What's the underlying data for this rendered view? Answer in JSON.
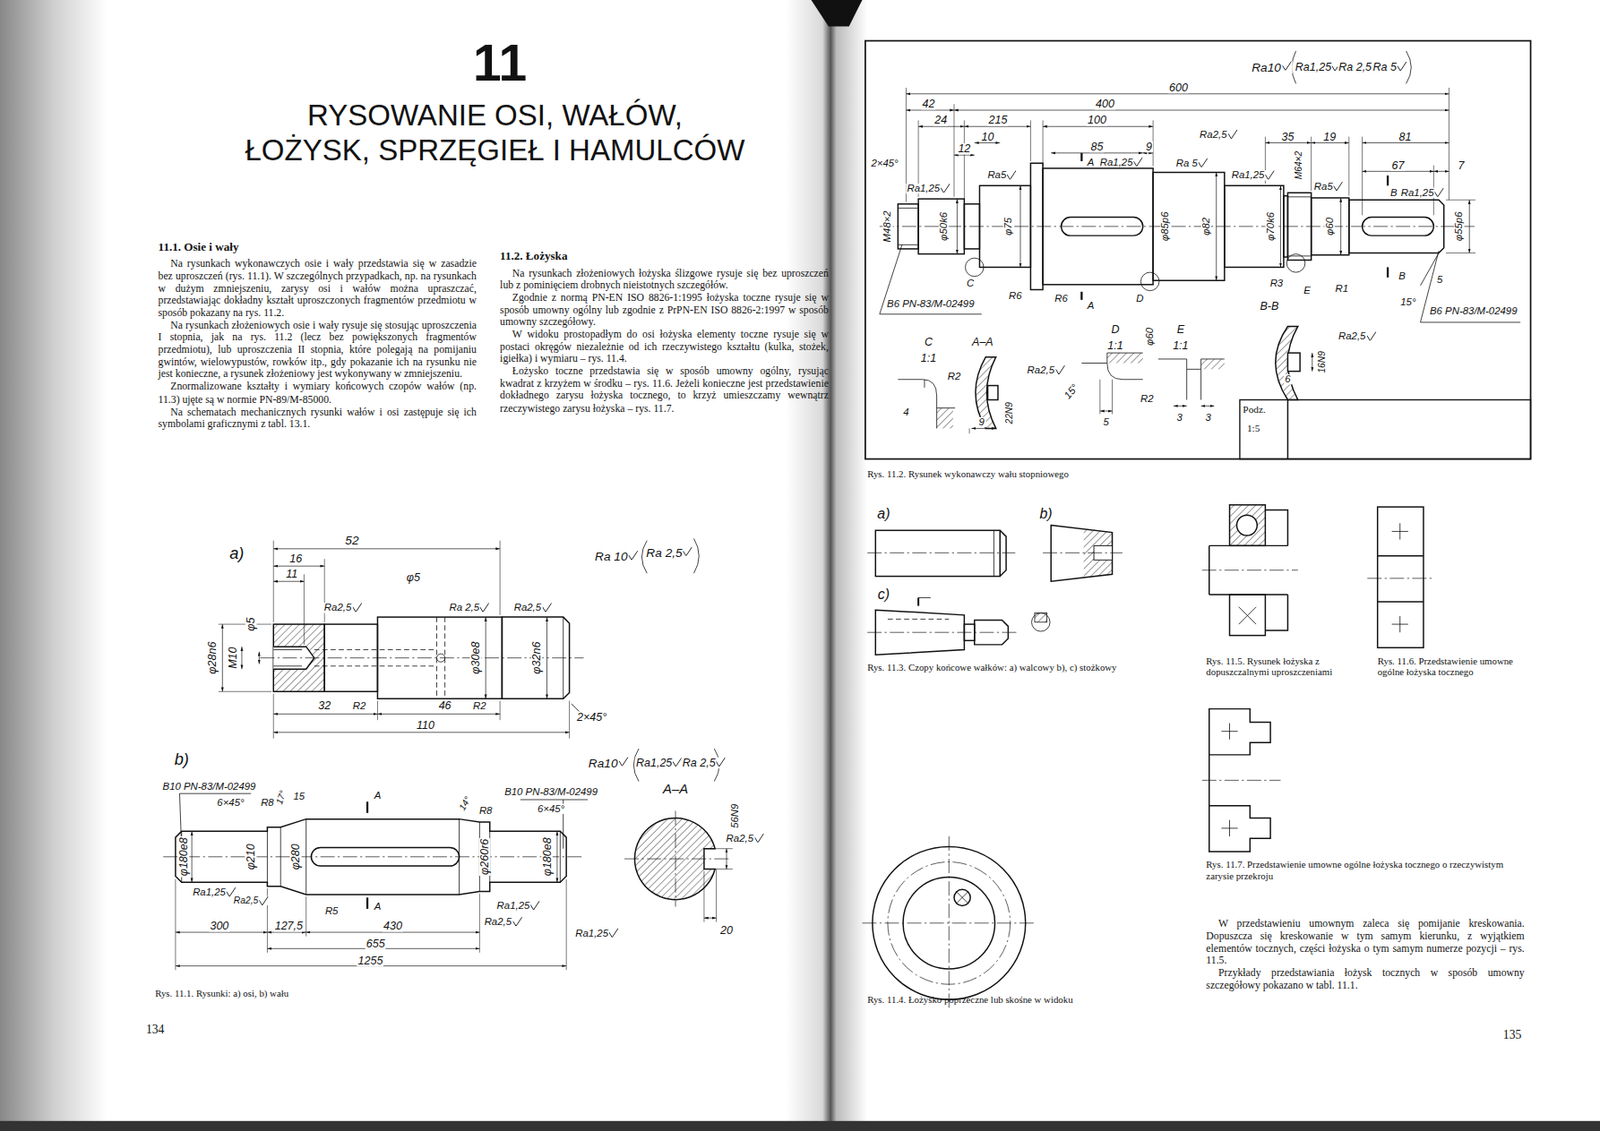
{
  "diagram": {
    "title": "RYSOWANIE OSI, WAŁÓW, ŁOŻYSK, SPRZĘGIEŁ I HAMULCÓW",
    "labels": [
      "11.1. Osie i wały",
      "Na rysunkach wykonawczych osie i wały przedstawia się w zasadzie bez uproszczeń (rys. 11.1). W szczególnych przypadkach, np. na rysunkach w dużym zmniejszeniu, zarysy osi i wałów można upraszczać, przedstawiając dokładny kształt uproszczonych fragmentów przedmiotu w sposób pokazany na rys. 11.2.",
      "Na rysunkach złożeniowych osie i wały rysuje się stosując uproszczenia I stopnia, jak na rys. 11.2 (lecz bez powiększonych fragmentów przedmiotu), lub uproszczenia II stopnia, które polegają na pomijaniu gwintów, wielowypustów, rowków itp., gdy pokazanie ich na rysunku nie jest konieczne, a rysunek złożeniowy jest wykonywany w zmniejszeniu.",
      "Znormalizowane kształty i wymiary końcowych czopów wałów (np. 11.3) ujęte są w normie PN-89/M-85000.",
      "Na schematach mechanicznych rysunki wałów i osi zastępuje się ich symbolami graficznymi z tabl. 13.1.",
      "11.2. Łożyska",
      "Na rysunkach złożeniowych łożyska ślizgowe rysuje się bez uproszczeń lub z pominięciem drobnych nieistotnych szczegółów.",
      "Zgodnie z normą PN-EN ISO 8826-1:1995 łożyska toczne rysuje się w sposób umowny ogólny lub zgodnie z PrPN-EN ISO 8826-2:1997 w sposób umowny szczegółowy.",
      "W widoku prostopadłym do osi łożyska elementy toczne rysuje się w postaci okręgów niezależnie od ich rzeczywistego kształtu (kulka, stożek, igiełka) i wymiaru – rys. 11.4.",
      "Łożysko toczne przedstawia się w sposób umowny ogólny, rysując kwadrat z krzyżem w środku – rys. 11.6. Jeżeli konieczne jest przedstawienie dokładnego zarysu łożyska tocznego, to krzyż umieszczamy wewnątrz rzeczywistego zarysu łożyska – rys. 11.7.",
      "W przedstawieniu umownym zaleca się pomijanie kreskowania. Dopuszcza się kreskowanie w tym samym kierunku, z wyjątkiem elementów tocznych, części łożyska o tym samym numerze pozycji – rys. 11.5.",
      "Przykłady przedstawiania łożysk tocznych w sposób umowny szczegółowy pokazano w tabl. 11.1.",
      "11",
      "Rys. 11.1. Rysunki: a) osi, b) wału",
      "Rys. 11.2. Rysunek wykonawczy wału stopniowego",
      "Rys. 11.3. Czopy końcowe wałków: a) walcowy b), c) stożkowy",
      "Rys. 11.4. Łożysko poprzeczne lub skośne w widoku",
      "Rys. 11.5. Rysunek łożyska z dopuszczalnymi uproszczeniami",
      "Rys. 11.6. Przedstawienie umowne ogólne łożyska tocznego",
      "Rys. 11.7. Przedstawienie umowne ogólne łożyska tocznego o rzeczywistym zarysie przekroju",
      "134",
      "135",
      "a)",
      "52",
      "16",
      "11",
      "Ra2,5",
      "φ5",
      "Ra 2,5",
      "Ra2,5",
      "Ra 10",
      "Ra 2,5",
      "φ28n6",
      "M10",
      "φ5",
      "φ30e8",
      "φ32n6",
      "32",
      "R2",
      "46",
      "R2",
      "2×45°",
      "110",
      "b)",
      "Ra10",
      "Ra1,25",
      "Ra 2,5",
      "B10 PN-83/M-02499",
      "6×45°",
      "R8",
      "17°",
      "15",
      "A",
      "14°",
      "R8",
      "B10 PN-83/M-02499",
      "6×45°",
      "φ180e8",
      "φ210",
      "φ280",
      "φ260r6",
      "φ180e8",
      "Ra1,25",
      "Ra2,5",
      "R5",
      "A",
      "Ra1,25",
      "Ra2,5",
      "300",
      "127,5",
      "430",
      "655",
      "1255",
      "A–A",
      "56N9",
      "Ra2,5",
      "Ra1,25",
      "20",
      "Ra10",
      "Ra1,25",
      "Ra 2,5",
      "Ra 5",
      "600",
      "42",
      "400",
      "24",
      "215",
      "100",
      "10",
      "12",
      "85",
      "9",
      "A",
      "Ra1,25",
      "Ra2,5",
      "Ra 5",
      "35",
      "19",
      "81",
      "Ra1,25",
      "M64×2",
      "Ra5",
      "67",
      "7",
      "B",
      "Ra1,25",
      "2×45°",
      "Ra1,25",
      "Ra5",
      "M48×2",
      "φ50k6",
      "φ75",
      "φ85p6",
      "φ82",
      "φ70k6",
      "φ60",
      "φ55p6",
      "C",
      "R6",
      "R6",
      "A",
      "D",
      "R3",
      "E",
      "R1",
      "B",
      "5",
      "15°",
      "B-B",
      "B6 PN-83/M-02499",
      "B6 PN-83/M-02499",
      "C",
      "1:1",
      "A–A",
      "D",
      "1:1",
      "φ60",
      "E",
      "1:1",
      "R2",
      "4",
      "9",
      "22N9",
      "Ra2,5",
      "15°",
      "5",
      "R2",
      "3",
      "3",
      "Ra2,5",
      "6",
      "16N9",
      "Podz.",
      "1:5",
      "a)",
      "b)",
      "c)"
    ]
  }
}
